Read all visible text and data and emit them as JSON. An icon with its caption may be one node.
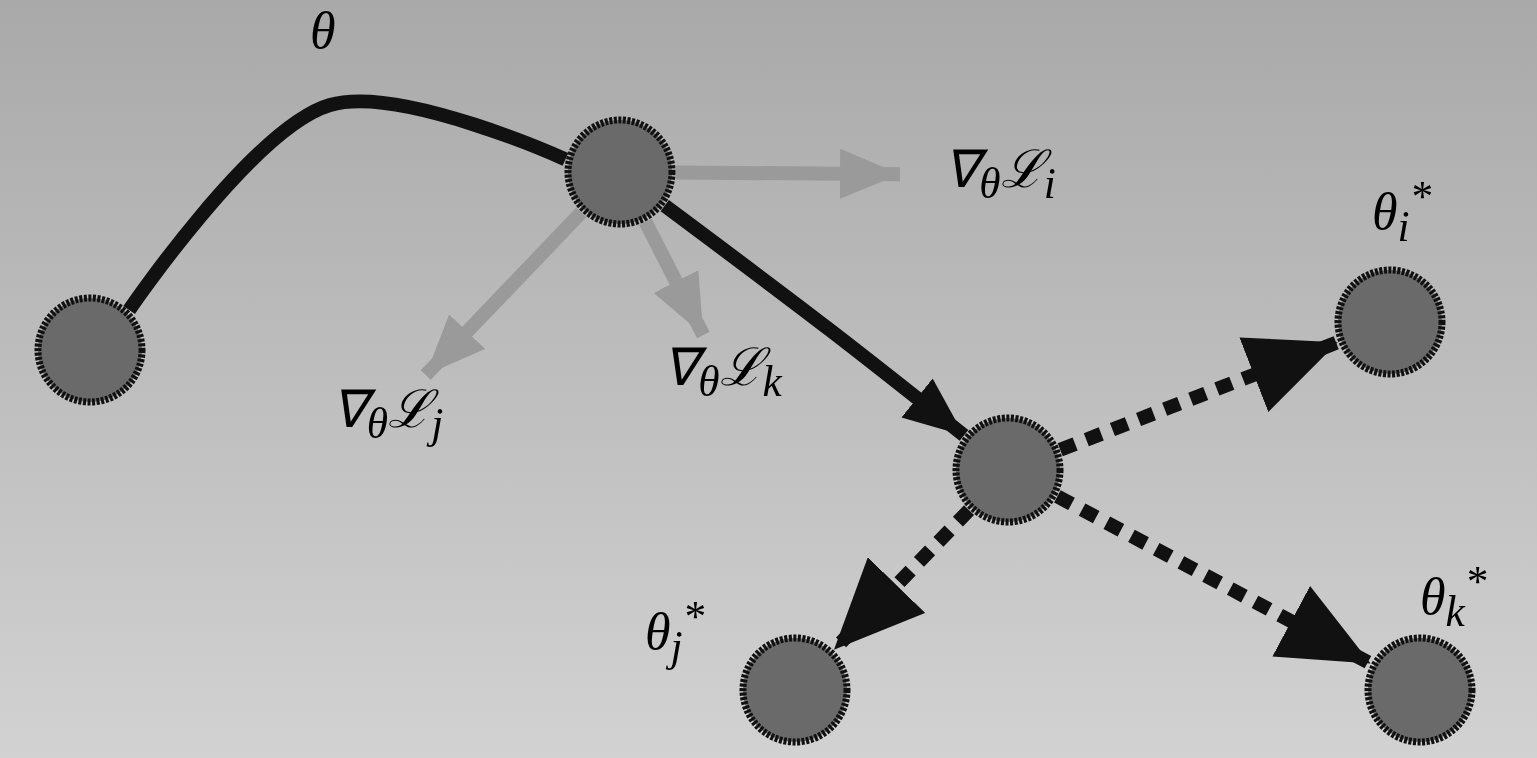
{
  "diagram": {
    "nodes": [
      {
        "text": [],
        "shape": "circle"
      },
      {
        "text": [],
        "shape": "circle"
      },
      {
        "text": [],
        "shape": "circle"
      },
      {
        "text": [],
        "shape": "circle",
        "beside": [
          "θ$_{i}$$^{*}$"
        ]
      },
      {
        "text": [],
        "shape": "circle",
        "beside": [
          "θ$_{j}$$^{*}$"
        ]
      },
      {
        "text": [],
        "shape": "circle",
        "beside": [
          "θ$_{k}$$^{*}$"
        ]
      },
      {
        "text": [
          "∇$_{θ}$ℒ$_{i}$"
        ]
      },
      {
        "text": [
          "∇$_{θ}$ℒ$_{j}$"
        ]
      },
      {
        "text": [
          "∇$_{θ}$ℒ$_{k}$"
        ]
      }
    ],
    "edges": [
      {
        "from": 0,
        "to": 1,
        "arrow": "none",
        "label": "θ"
      },
      {
        "from": 1,
        "to": 2,
        "arrow": "to"
      },
      {
        "from": 1,
        "to": 6,
        "arrow": "to",
        "color": "#9a9a9a"
      },
      {
        "from": 1,
        "to": 7,
        "arrow": "to",
        "color": "#9a9a9a"
      },
      {
        "from": 1,
        "to": 8,
        "arrow": "to",
        "color": "#9a9a9a"
      },
      {
        "from": 2,
        "to": 3,
        "arrow": "to",
        "style": "dashed"
      },
      {
        "from": 2,
        "to": 4,
        "arrow": "to",
        "style": "dashed"
      },
      {
        "from": 2,
        "to": 5,
        "arrow": "to",
        "style": "dashed"
      }
    ]
  }
}
